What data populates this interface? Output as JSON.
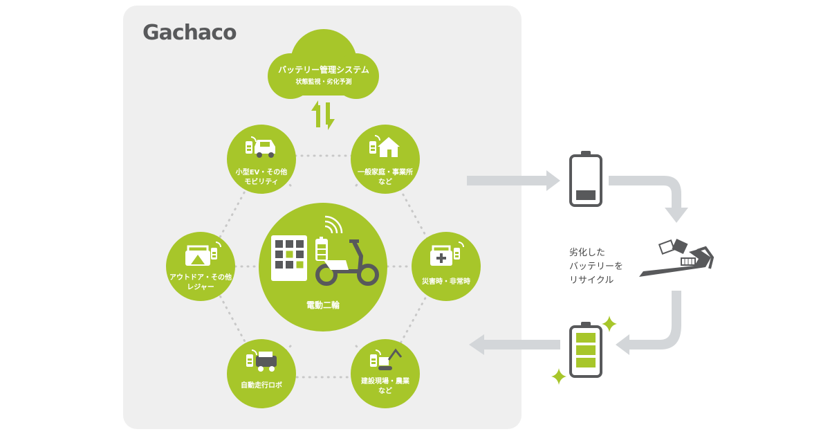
{
  "logo": {
    "text": "Gachaco"
  },
  "cloud": {
    "title": "バッテリー管理システム",
    "subtitle": "状態監視・劣化予測"
  },
  "hub": {
    "label": "電動二輪"
  },
  "nodes": [
    {
      "id": "small-ev",
      "lines": [
        "小型EV・その他",
        "モビリティ"
      ]
    },
    {
      "id": "home-office",
      "lines": [
        "一般家庭・事業所",
        "など"
      ]
    },
    {
      "id": "outdoor",
      "lines": [
        "アウトドア・その他",
        "レジャー"
      ]
    },
    {
      "id": "disaster",
      "lines": [
        "災害時・非常時"
      ]
    },
    {
      "id": "robot",
      "lines": [
        "自動走行ロボ"
      ]
    },
    {
      "id": "construction",
      "lines": [
        "建設現場・農業",
        "など"
      ]
    }
  ],
  "recycle": {
    "lines": [
      "劣化した",
      "バッテリーを",
      "リサイクル"
    ]
  },
  "colors": {
    "accent": "#a7c62a",
    "panel": "#efefef",
    "icon": "#58595b",
    "arrow": "#d3d6d9"
  }
}
